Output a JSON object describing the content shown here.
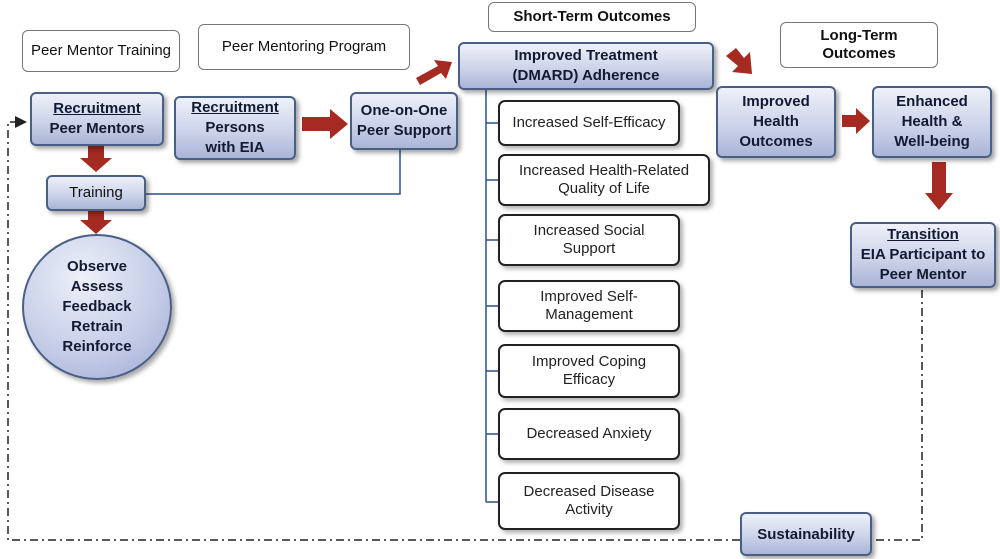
{
  "headers": {
    "peer_mentor_training": "Peer Mentor Training",
    "peer_mentoring_program": "Peer Mentoring Program",
    "short_term_outcomes": "Short-Term Outcomes",
    "long_term_outcomes": "Long-Term Outcomes"
  },
  "nodes": {
    "recruitment_peer_mentors": {
      "title": "Recruitment",
      "subtitle": "Peer Mentors"
    },
    "training": "Training",
    "training_cycle": [
      "Observe",
      "Assess",
      "Feedback",
      "Retrain",
      "Reinforce"
    ],
    "recruitment_persons": {
      "title": "Recruitment",
      "line1": "Persons",
      "line2": "with EIA"
    },
    "one_on_one": {
      "line1": "One-on-One",
      "line2": "Peer Support"
    },
    "improved_treatment": {
      "line1": "Improved Treatment",
      "line2": "(DMARD) Adherence"
    },
    "short_term_items": [
      "Increased Self-Efficacy",
      "Increased Health-Related Quality of Life",
      "Increased Social Support",
      "Improved Self-Management",
      "Improved Coping Efficacy",
      "Decreased Anxiety",
      "Decreased Disease Activity"
    ],
    "improved_health": {
      "line1": "Improved",
      "line2": "Health",
      "line3": "Outcomes"
    },
    "enhanced_health": {
      "line1": "Enhanced",
      "line2": "Health &",
      "line3": "Well-being"
    },
    "transition": {
      "title": "Transition",
      "line1": "EIA Participant to",
      "line2": "Peer Mentor"
    },
    "sustainability": "Sustainability"
  },
  "colors": {
    "arrow": "#a52a22",
    "connector": "#2f4f8f",
    "box_border": "#4a5f86"
  }
}
